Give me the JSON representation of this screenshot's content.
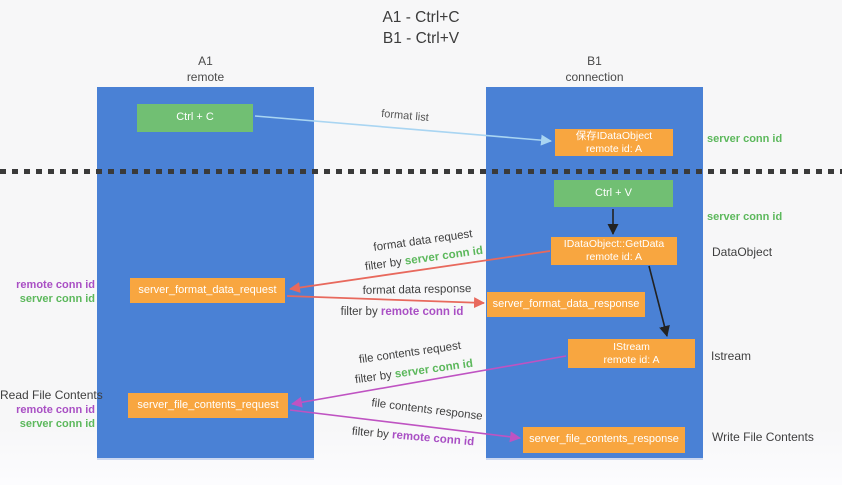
{
  "title": {
    "line1": "A1 - Ctrl+C",
    "line2": "B1 - Ctrl+V"
  },
  "lifelines": {
    "a1": {
      "name": "A1",
      "subtitle": "remote"
    },
    "b1": {
      "name": "B1",
      "subtitle": "connection"
    }
  },
  "nodes": {
    "ctrl_c": {
      "label": "Ctrl + C"
    },
    "save_idataobject": {
      "line1": "保存IDataObject",
      "line2": "remote id: A"
    },
    "ctrl_v": {
      "label": "Ctrl + V"
    },
    "getdata": {
      "line1": "IDataObject::GetData",
      "line2": "remote id: A"
    },
    "format_request": {
      "label": "server_format_data_request"
    },
    "format_response": {
      "label": "server_format_data_response"
    },
    "istream": {
      "line1": "IStream",
      "line2": "remote id: A"
    },
    "file_request": {
      "label": "server_file_contents_request"
    },
    "file_response": {
      "label": "server_file_contents_response"
    }
  },
  "side_labels": {
    "server_conn_id_top": "server conn id",
    "server_conn_id_mid": "server conn id",
    "dataobject": "DataObject",
    "istream": "Istream",
    "write_file_contents": "Write File Contents",
    "read_file_contents": "Read File Contents",
    "request_remote_conn_id": "remote conn id",
    "request_server_conn_id": "server conn id",
    "file_remote_conn_id": "remote conn id",
    "file_server_conn_id": "server conn id"
  },
  "edge_labels": {
    "format_list": "format list",
    "format_data_request": "format data request",
    "format_data_response": "format data response",
    "file_contents_request": "file contents request",
    "file_contents_response": "file contents response",
    "filter_by": "filter by",
    "server_conn_id": "server conn id",
    "remote_conn_id": "remote conn id"
  },
  "colors": {
    "lifeline_blue": "#4a81d5",
    "action_green": "#71bf73",
    "message_orange": "#f8a640",
    "arrow_blue": "#a9d5f2",
    "arrow_red": "#e8695d",
    "arrow_magenta": "#bf53c2",
    "arrow_black": "#222222",
    "label_green": "#5cb85c",
    "label_purple": "#a94fc4",
    "text_dark": "#3f3f3f"
  }
}
